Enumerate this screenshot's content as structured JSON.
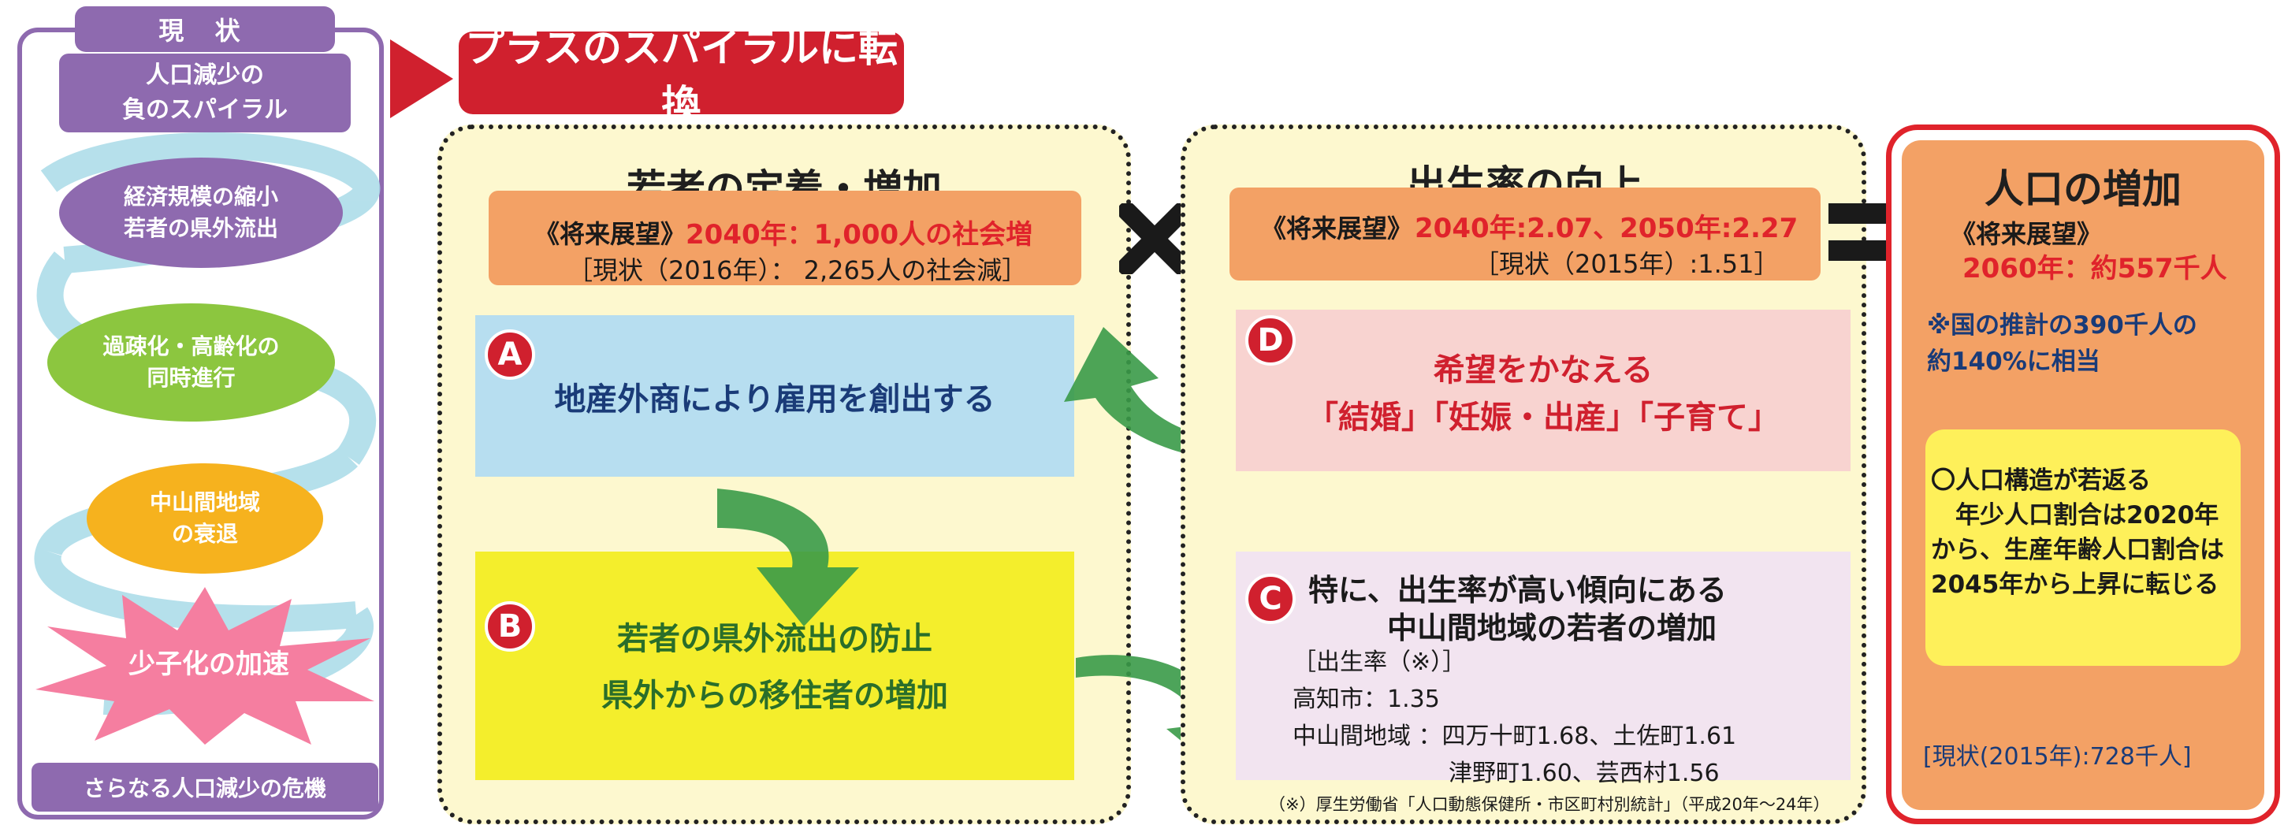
{
  "left": {
    "title": "現 状",
    "subtitle": "人口減少の\n負のスパイラル",
    "ellipse1": "経済規模の縮小\n若者の県外流出",
    "ellipse2": "過疎化・高齢化の\n同時進行",
    "ellipse3": "中山間地域\nの衰退",
    "star": "少子化の加速",
    "footer": "さらなる人口減少の危機"
  },
  "header": {
    "title": "プラスのスパイラルに転換"
  },
  "panel1": {
    "title": "若者の定着・増加",
    "outlook_label": "《将来展望》",
    "outlook_value": "2040年：1,000人の社会増",
    "current": "［現状（2016年）： 2,265人の社会減］",
    "A": {
      "letter": "A",
      "text": "地産外商により雇用を創出する"
    },
    "B": {
      "letter": "B",
      "line1": "若者の県外流出の防止",
      "line2": "県外からの移住者の増加"
    }
  },
  "operator_times": "✖",
  "panel2": {
    "title": "出生率の向上",
    "outlook_label": "《将来展望》",
    "outlook_value": "2040年:2.07、2050年:2.27",
    "current": "［現状（2015年）:1.51］",
    "D": {
      "letter": "D",
      "line1": "希望をかなえる",
      "line2": "「結婚」「妊娠・出産」「子育て」"
    },
    "C": {
      "letter": "C",
      "line1": "特に、出生率が高い傾向にある",
      "line2": "中山間地域の若者の増加",
      "detail1": "［出生率（※）］",
      "detail2": "高知市：1.35",
      "detail3": "中山間地域 ：四万十町1.68、土佐町1.61",
      "detail4": "津野町1.60、芸西村1.56"
    },
    "footnote": "（※）厚生労働省「人口動態保健所・市区町村別統計」（平成20年～24年）"
  },
  "right": {
    "title": "人口の増加",
    "outlook_label": "《将来展望》",
    "outlook_value": "2060年：約557千人",
    "note": "※国の推計の390千人の\n約140%に相当",
    "yellow": "〇人口構造が若返る\n　年少人口割合は2020年から、生産年齢人口割合は2045年から上昇に転じる",
    "current": "[現状(2015年):728千人]"
  },
  "colors": {
    "purple": "#8e6aaf",
    "green": "#8cc63f",
    "orange": "#f6b21e",
    "pink": "#f57ea0",
    "red": "#d0202e",
    "accent_orange": "#f3a165",
    "arrow_green": "#3a9a48"
  }
}
